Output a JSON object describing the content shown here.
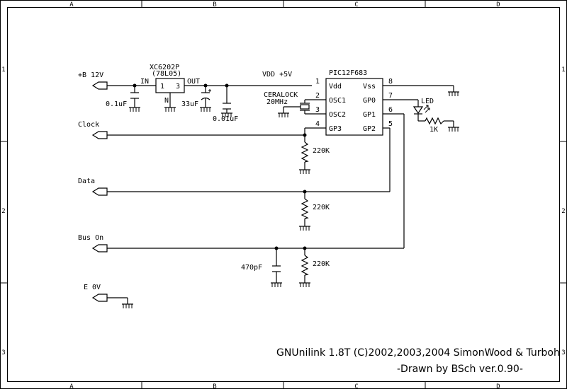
{
  "border": {
    "columns": [
      "A",
      "B",
      "C",
      "D"
    ],
    "rows": [
      "1",
      "2",
      "3"
    ]
  },
  "ports": {
    "b12": "+B 12V",
    "clock": "Clock",
    "data": "Data",
    "bus_on": "Bus On",
    "e0v": "E 0V"
  },
  "regulator": {
    "name": "XC6202P",
    "alt": "(78L05)",
    "pin_in_label": "IN",
    "pin_out_label": "OUT",
    "pin1": "1",
    "pin3": "3",
    "pin_n": "N"
  },
  "pic": {
    "name": "PIC12F683",
    "pins_left": [
      {
        "num": "1",
        "label": "Vdd"
      },
      {
        "num": "2",
        "label": "OSC1"
      },
      {
        "num": "3",
        "label": "OSC2"
      },
      {
        "num": "4",
        "label": "GP3"
      }
    ],
    "pins_right": [
      {
        "num": "8",
        "label": "Vss"
      },
      {
        "num": "7",
        "label": "GP0"
      },
      {
        "num": "6",
        "label": "GP1"
      },
      {
        "num": "5",
        "label": "GP2"
      }
    ]
  },
  "labels": {
    "vdd": "VDD +5V",
    "c1": "0.1uF",
    "c2": "33uF",
    "c3": "0.01uF",
    "ceralock": "CERALOCK",
    "ceralock_freq": "20MHz",
    "led": "LED",
    "r_led": "1K",
    "r1": "220K",
    "r2": "220K",
    "r3": "220K",
    "c4": "470pF"
  },
  "footer": {
    "title": "GNUnilink 1.8T (C)2002,2003,2004 SimonWood & Turboh",
    "credit": "-Drawn by BSch ver.0.90-"
  }
}
